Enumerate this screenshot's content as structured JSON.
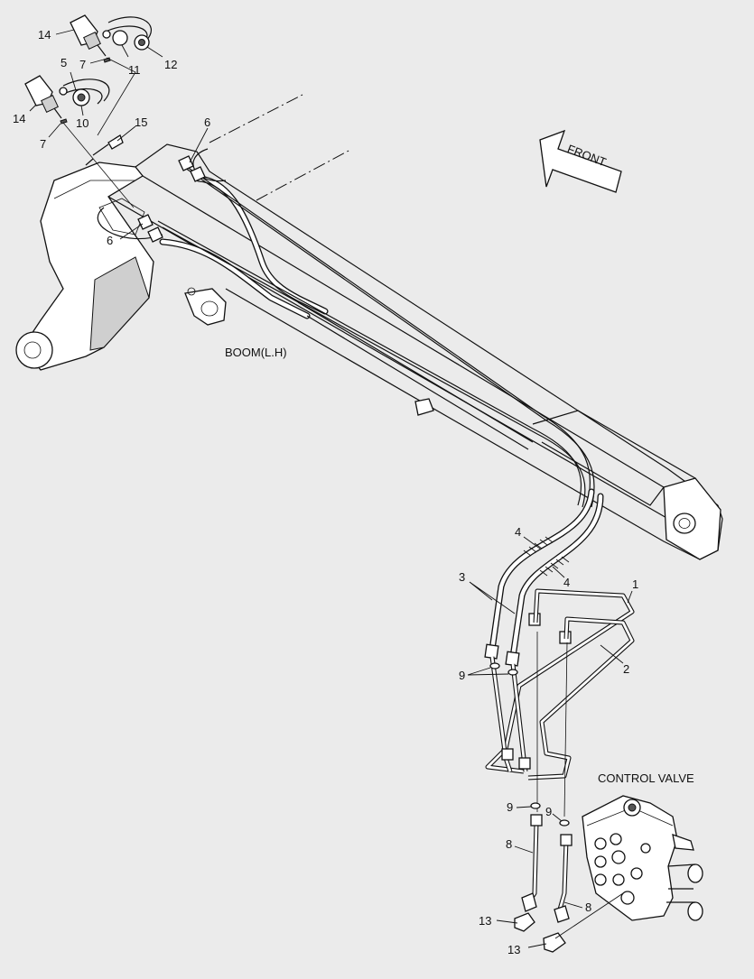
{
  "labels": {
    "boom": "BOOM(L.H)",
    "front": "FRONT",
    "control_valve": "CONTROL VALVE"
  },
  "callouts": {
    "c1": "1",
    "c2": "2",
    "c3": "3",
    "c4a": "4",
    "c4b": "4",
    "c5": "5",
    "c6a": "6",
    "c6b": "6",
    "c7a": "7",
    "c7b": "7",
    "c8a": "8",
    "c8b": "8",
    "c9a": "9",
    "c9b": "9",
    "c9c": "9",
    "c10": "10",
    "c11": "11",
    "c12": "12",
    "c13a": "13",
    "c13b": "13",
    "c14a": "14",
    "c14b": "14",
    "c15": "15"
  }
}
